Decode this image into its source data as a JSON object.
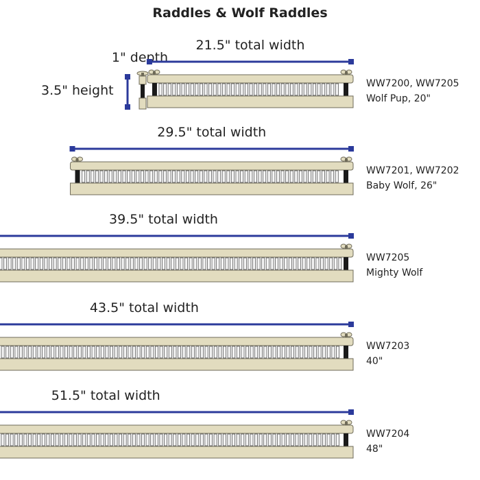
{
  "title": "Raddles & Wolf Raddles",
  "colors": {
    "dimension_line": "#2b3a9b",
    "wood": "#e2dcbf",
    "wood_outline": "#6e6a58",
    "post": "#1a1a1a",
    "tine_fill": "#f4f4f4",
    "tine_stroke": "#555555"
  },
  "icons": {
    "wing_nut": "wing-nut-icon"
  },
  "side_view": {
    "depth_label": "1\" depth",
    "height_label": "3.5\"  height"
  },
  "raddles": [
    {
      "width_label": "21.5\" total width",
      "width_in": 21.5,
      "model_line1": "WW7200, WW7205",
      "model_line2": "Wolf Pup, 20\""
    },
    {
      "width_label": "29.5\" total width",
      "width_in": 29.5,
      "model_line1": "WW7201, WW7202",
      "model_line2": "Baby Wolf, 26\""
    },
    {
      "width_label": "39.5\" total width",
      "width_in": 39.5,
      "model_line1": "WW7205",
      "model_line2": "Mighty Wolf"
    },
    {
      "width_label": "43.5\" total width",
      "width_in": 43.5,
      "model_line1": "WW7203",
      "model_line2": "40\""
    },
    {
      "width_label": "51.5\" total width",
      "width_in": 51.5,
      "model_line1": "WW7204",
      "model_line2": "48\""
    }
  ]
}
